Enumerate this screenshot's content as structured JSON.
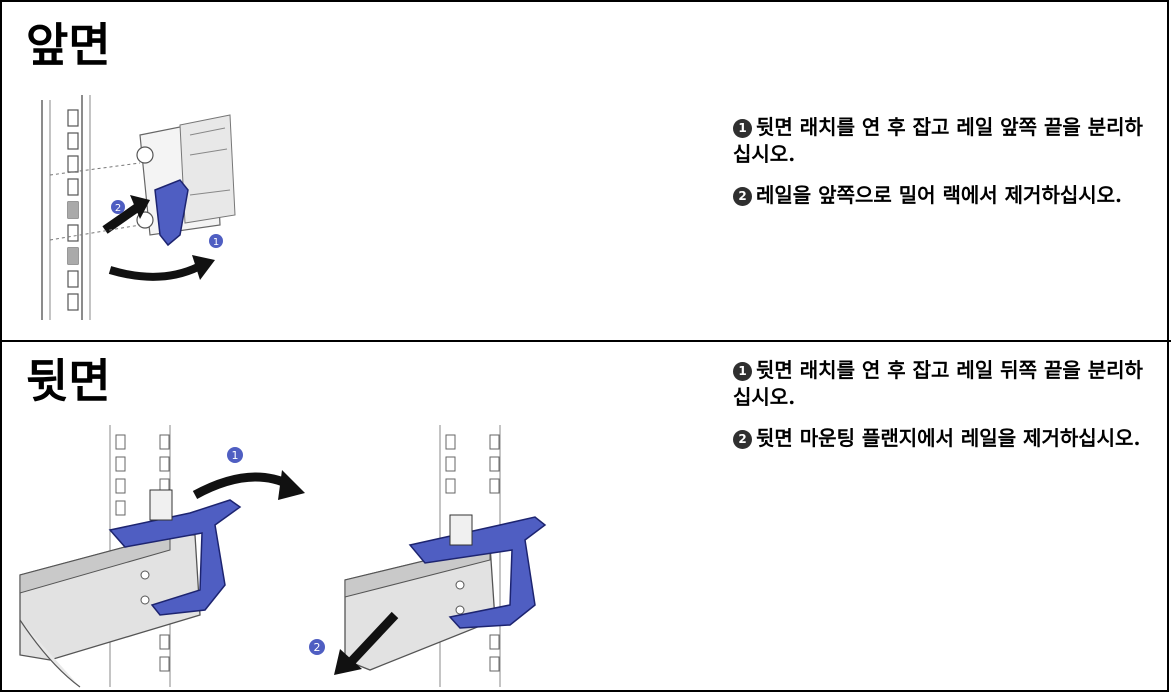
{
  "sections": [
    {
      "title": "앞면",
      "steps": [
        {
          "num": "1",
          "text": "뒷면 래치를 연 후 잡고 레일 앞쪽 끝을 분리하십시오."
        },
        {
          "num": "2",
          "text": "레일을 앞쪽으로 밀어 랙에서 제거하십시오."
        }
      ]
    },
    {
      "title": "뒷면",
      "steps": [
        {
          "num": "1",
          "text": "뒷면 래치를 연 후 잡고 레일 뒤쪽 끝을 분리하십시오."
        },
        {
          "num": "2",
          "text": "뒷면 마운팅 플랜지에서 레일을 제거하십시오."
        }
      ]
    }
  ],
  "illustration_callouts": {
    "one": "1",
    "two": "2"
  },
  "colors": {
    "latch_blue": "#4f5ec2",
    "callout_fill": "#2f2f2f",
    "rail_gray": "#d0d0d0",
    "border": "#000000"
  }
}
